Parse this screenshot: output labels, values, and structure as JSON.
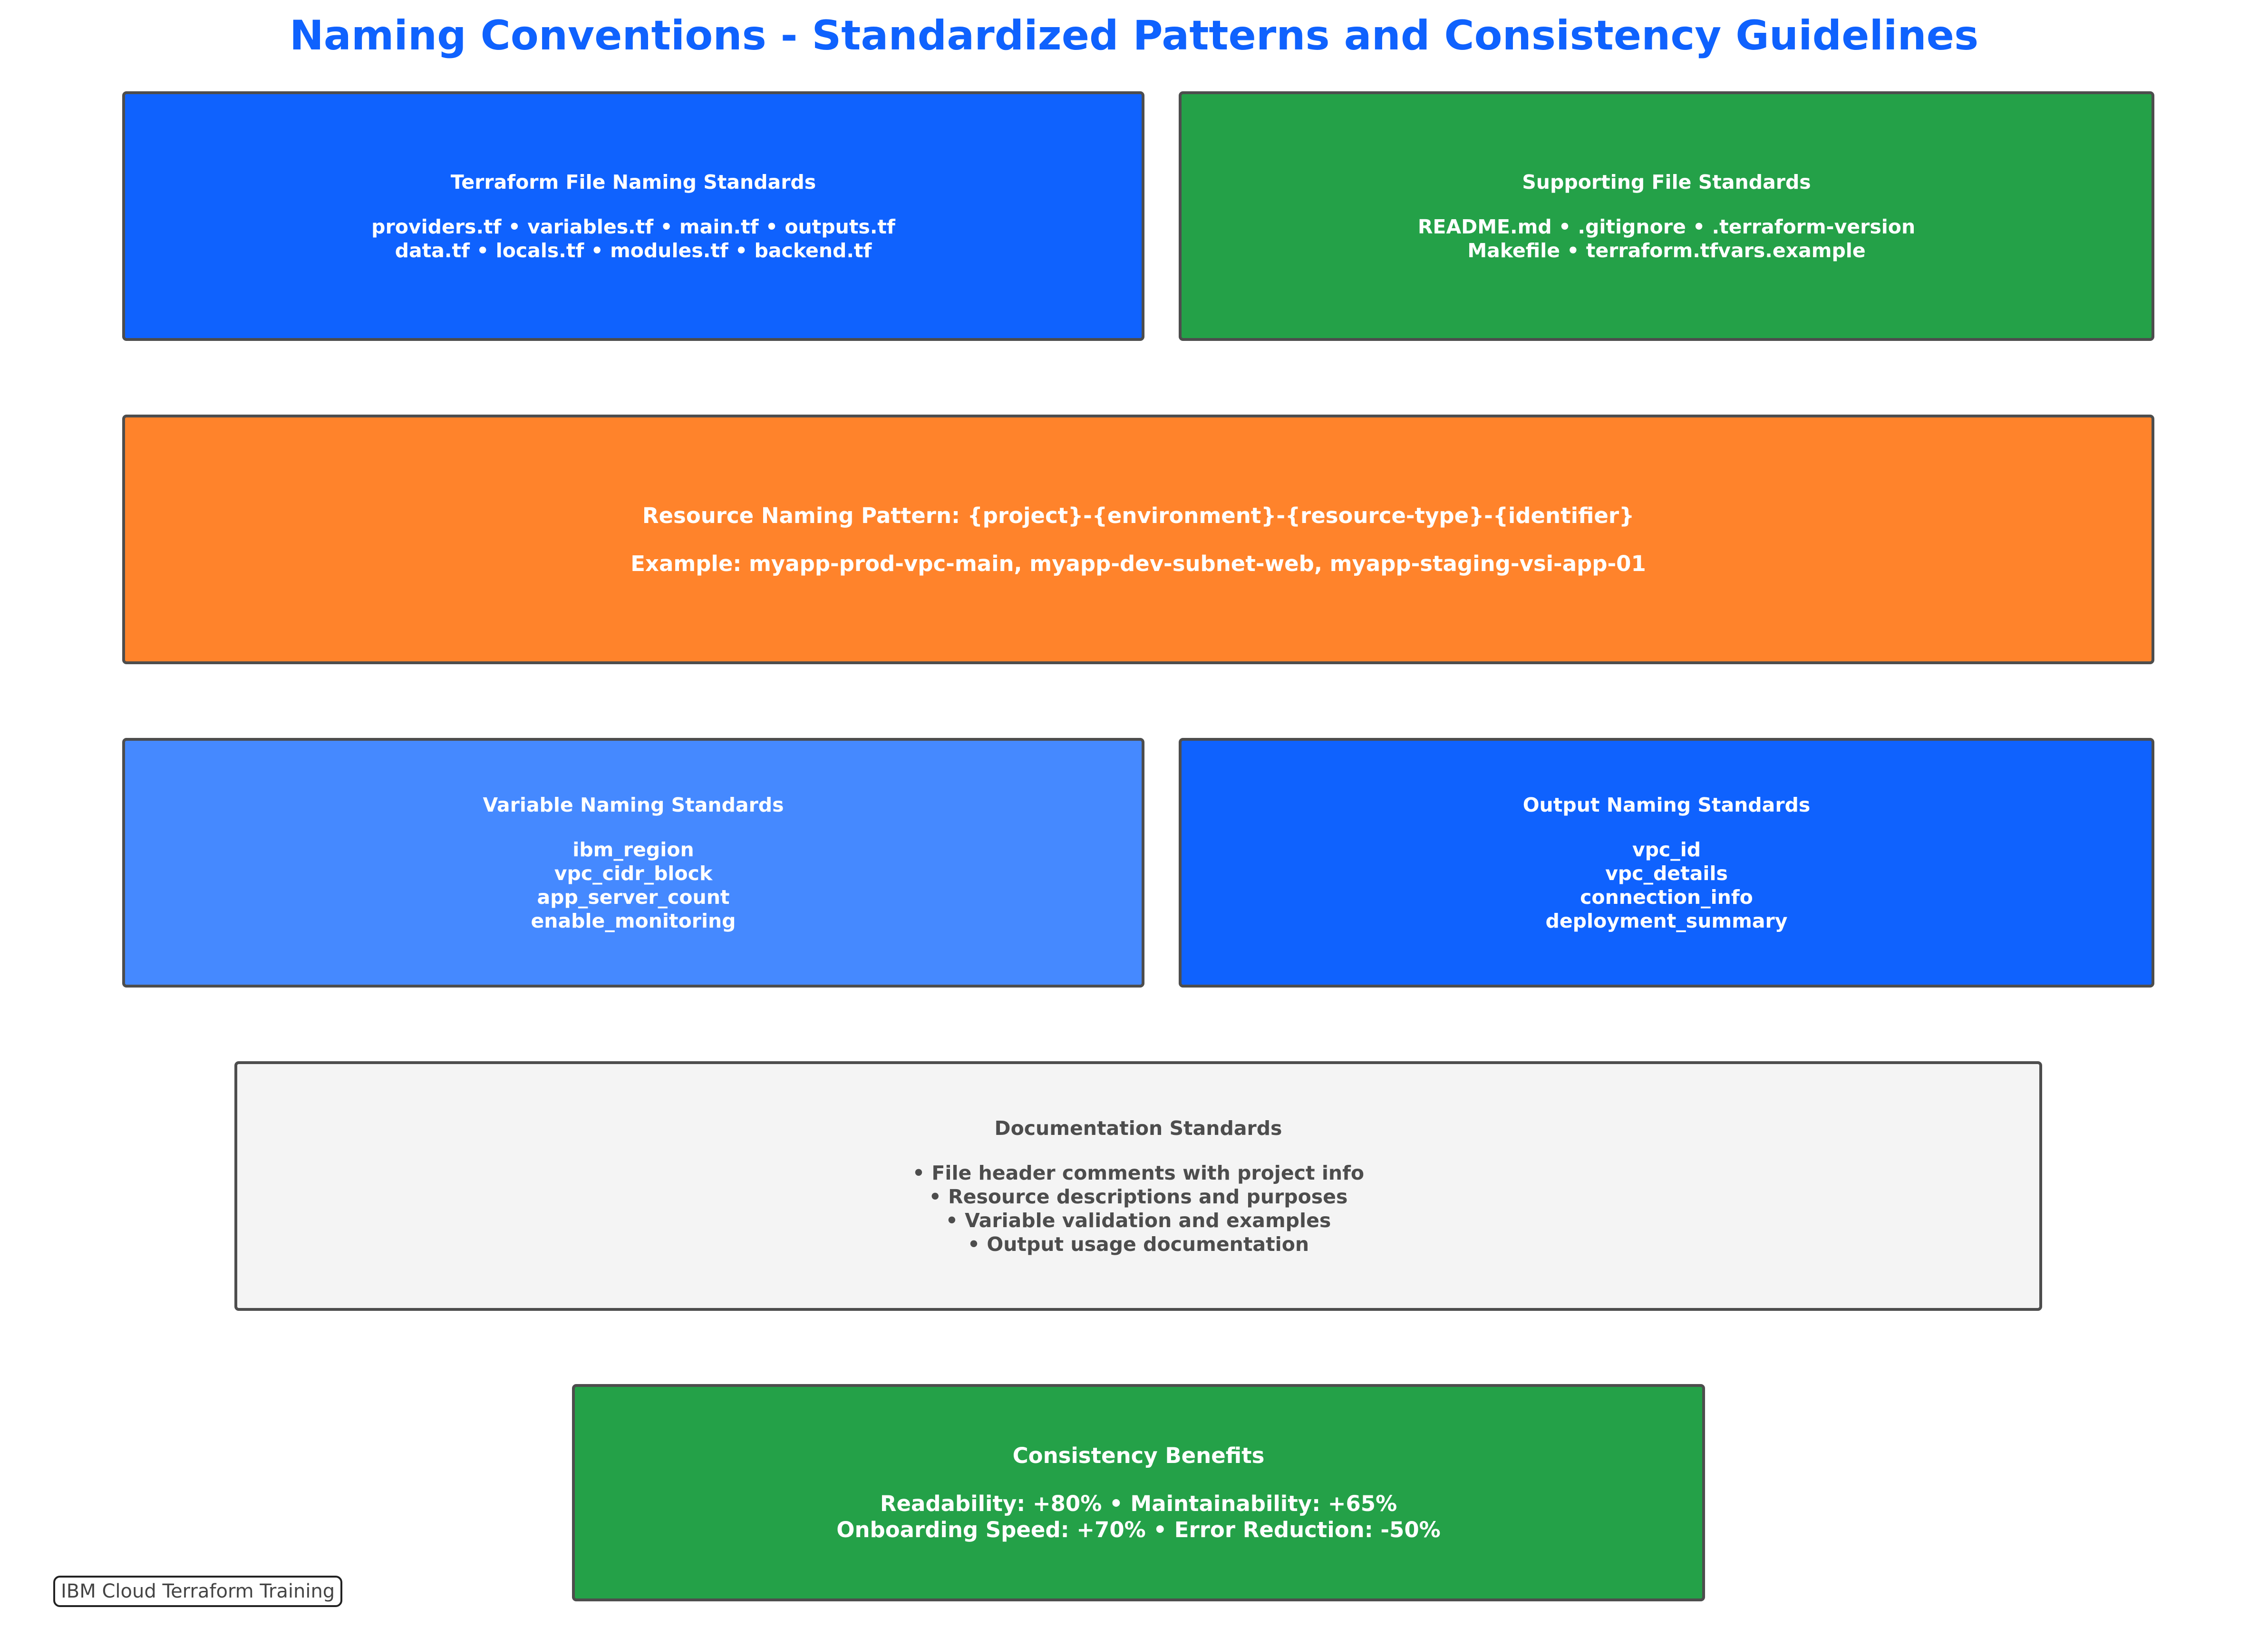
{
  "title": "Naming Conventions - Standardized Patterns and Consistency Guidelines",
  "colors": {
    "title": "#0f62fe",
    "border": "#4d4d4d"
  },
  "boxes": {
    "terraform_files": {
      "color": "#0f62fe",
      "heading": "Terraform File Naming Standards",
      "lines": [
        "providers.tf • variables.tf • main.tf • outputs.tf",
        "data.tf • locals.tf • modules.tf • backend.tf"
      ]
    },
    "supporting_files": {
      "color": "#24a148",
      "heading": "Supporting File Standards",
      "lines": [
        "README.md • .gitignore • .terraform-version",
        "Makefile • terraform.tfvars.example"
      ]
    },
    "resource_pattern": {
      "color": "#ff832b",
      "heading": "Resource Naming Pattern: {project}-{environment}-{resource-type}-{identifier}",
      "lines": [
        "Example: myapp-prod-vpc-main, myapp-dev-subnet-web, myapp-staging-vsi-app-01"
      ]
    },
    "variables": {
      "color": "#4589ff",
      "heading": "Variable Naming Standards",
      "lines": [
        "ibm_region",
        "vpc_cidr_block",
        "app_server_count",
        "enable_monitoring"
      ]
    },
    "outputs": {
      "color": "#0f62fe",
      "heading": "Output Naming Standards",
      "lines": [
        "vpc_id",
        "vpc_details",
        "connection_info",
        "deployment_summary"
      ]
    },
    "documentation": {
      "color": "#f4f4f4",
      "heading": "Documentation Standards",
      "lines": [
        "• File header comments with project info",
        "• Resource descriptions and purposes",
        "• Variable validation and examples",
        "• Output usage documentation"
      ]
    },
    "benefits": {
      "color": "#24a148",
      "heading": "Consistency Benefits",
      "lines": [
        "Readability: +80% • Maintainability: +65%",
        "Onboarding Speed: +70% • Error Reduction: -50%"
      ]
    }
  },
  "footer": {
    "label": "IBM Cloud Terraform Training"
  }
}
